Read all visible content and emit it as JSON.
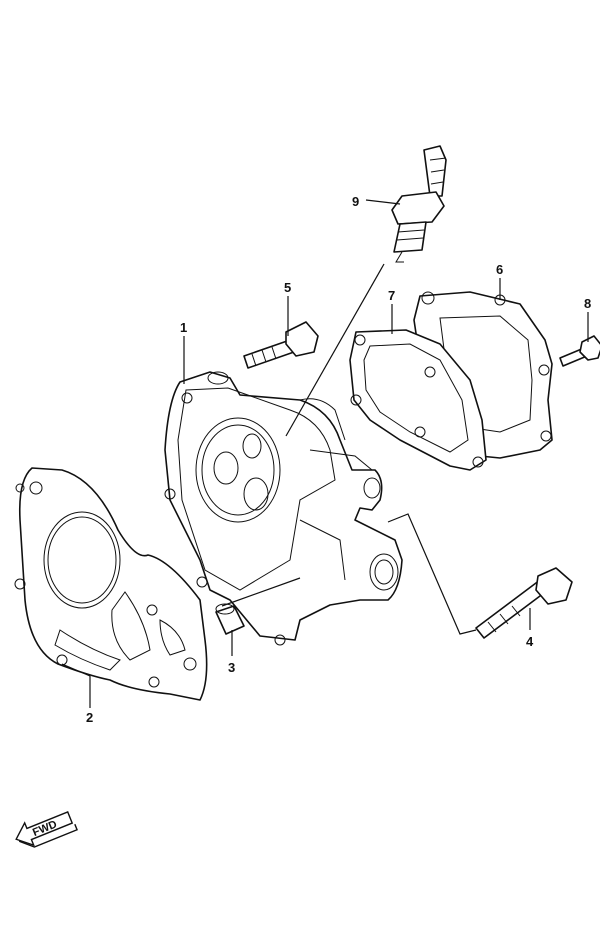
{
  "callouts": [
    {
      "id": "1",
      "label": "1"
    },
    {
      "id": "2",
      "label": "2"
    },
    {
      "id": "3",
      "label": "3"
    },
    {
      "id": "4",
      "label": "4"
    },
    {
      "id": "5",
      "label": "5"
    },
    {
      "id": "6",
      "label": "6"
    },
    {
      "id": "7",
      "label": "7"
    },
    {
      "id": "8",
      "label": "8"
    },
    {
      "id": "9",
      "label": "9"
    }
  ],
  "fwd_label": "FWD"
}
